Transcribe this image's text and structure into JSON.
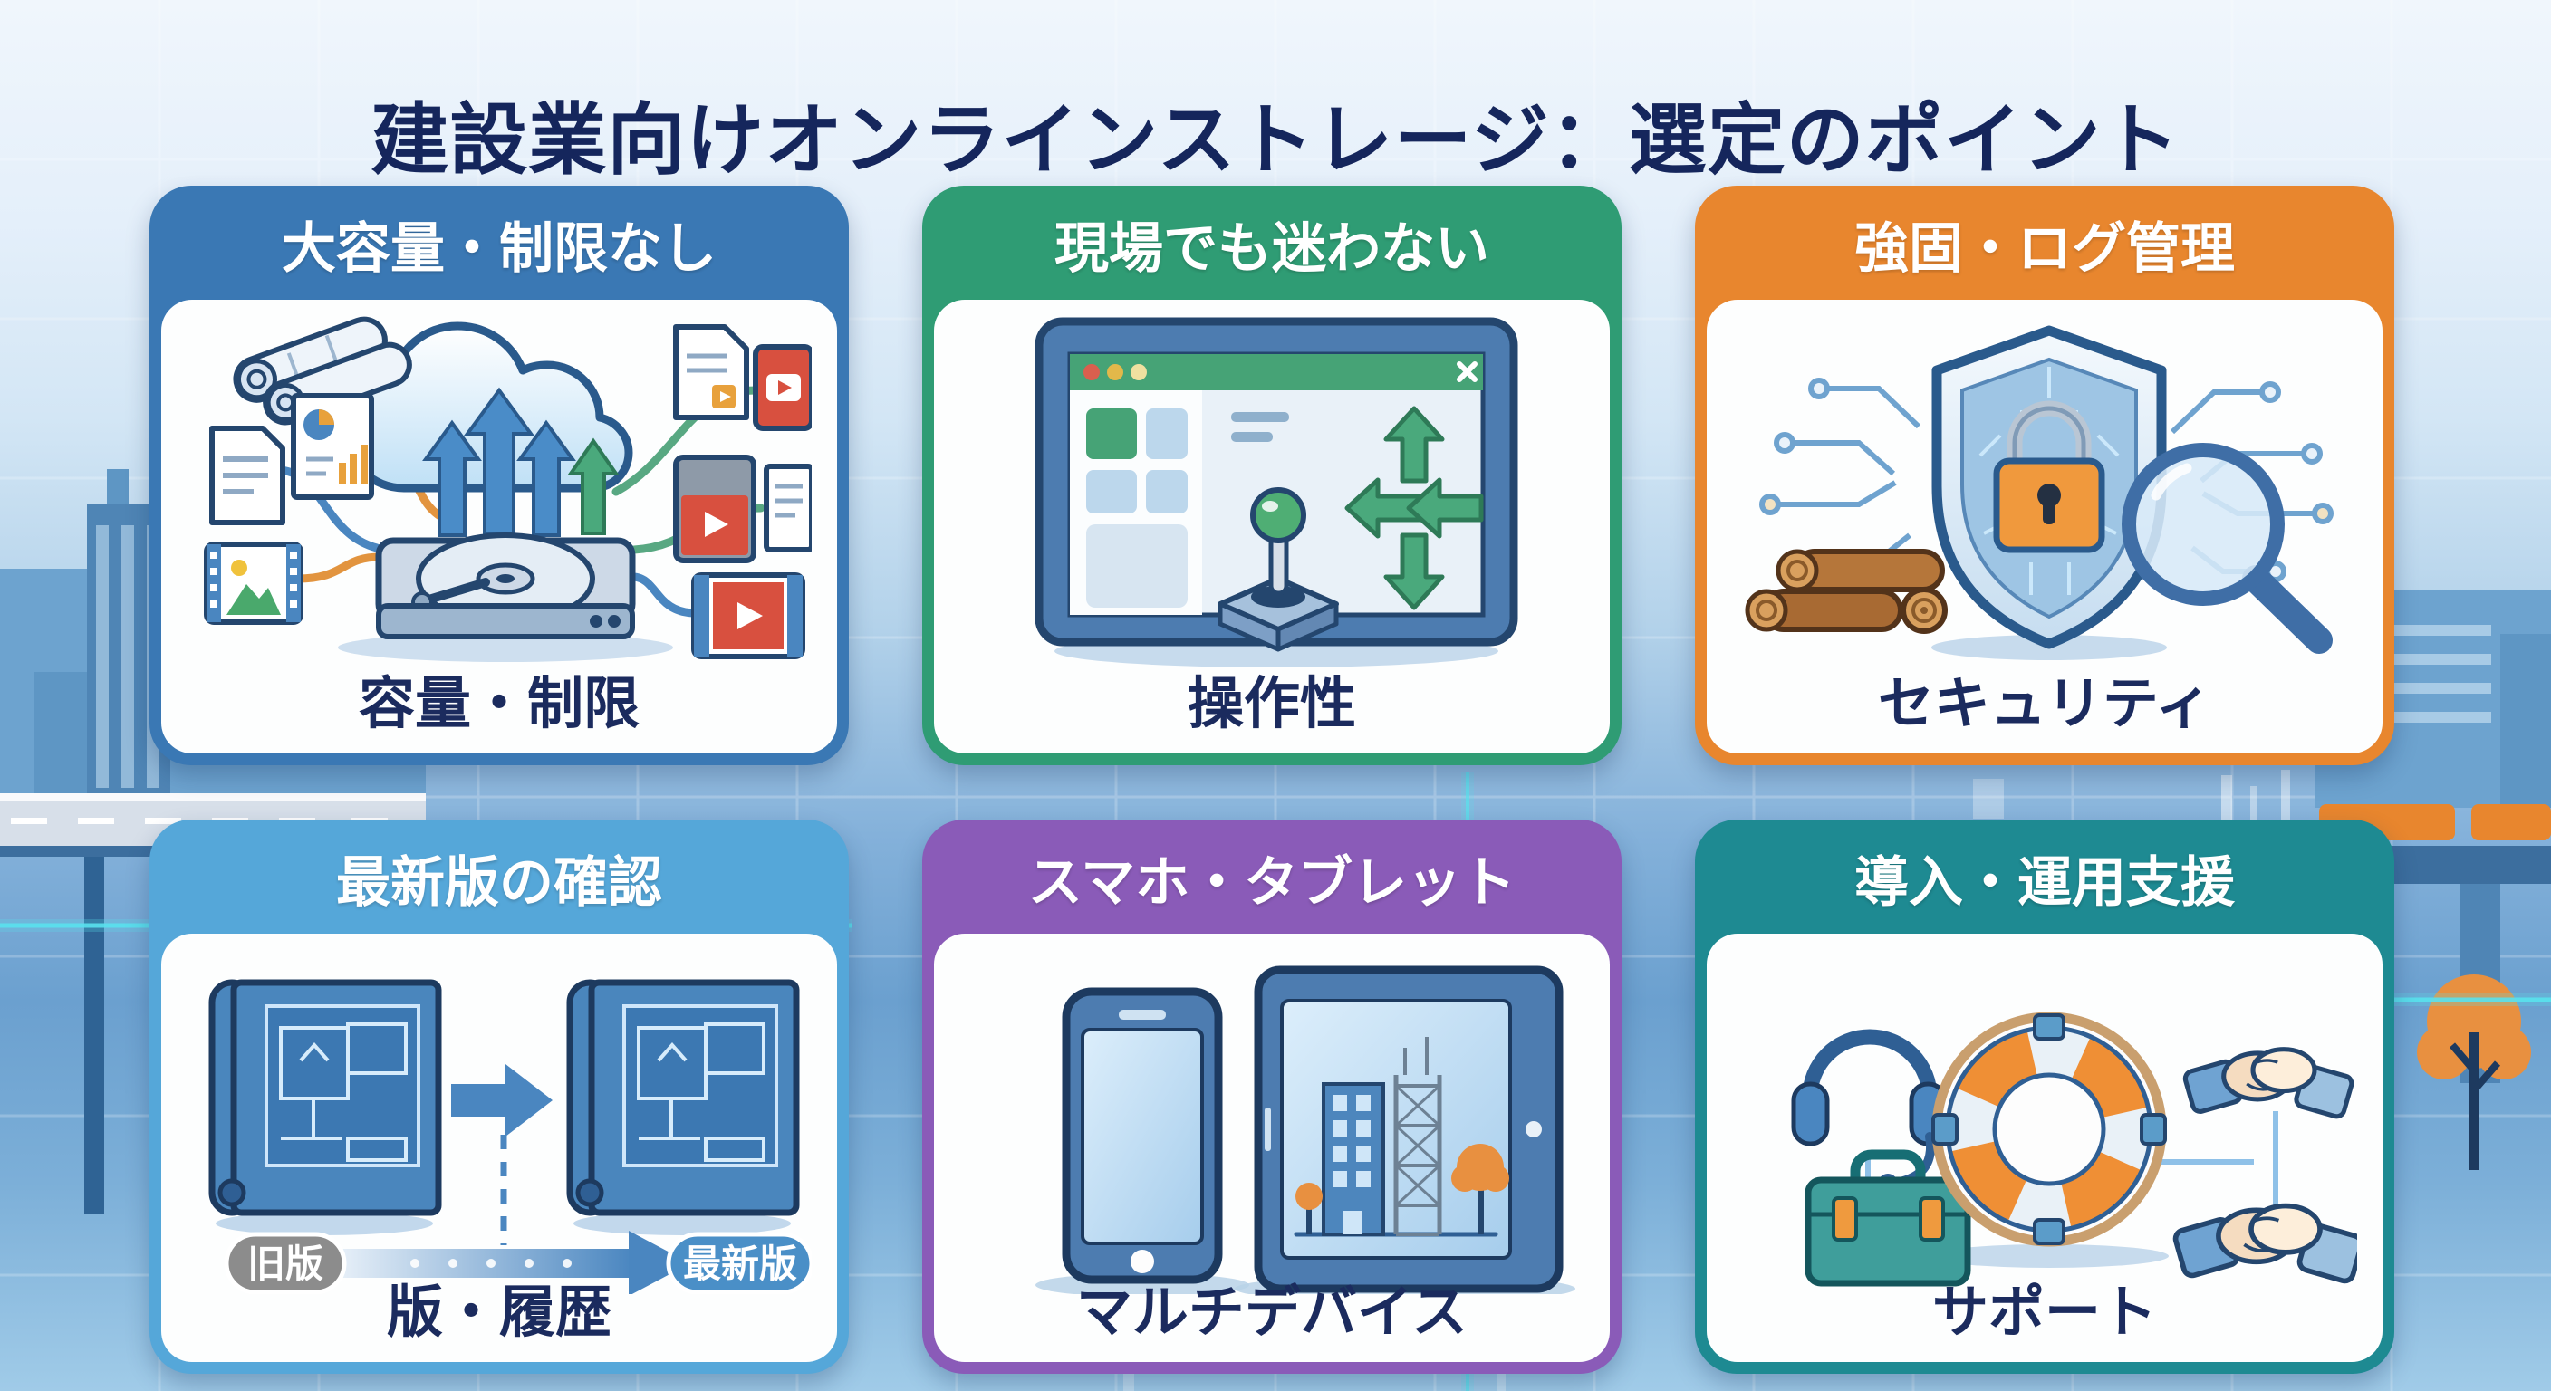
{
  "title": "建設業向けオンラインストレージ：選定のポイント",
  "cards": [
    {
      "header": "大容量・制限なし",
      "label": "容量・制限",
      "accent": "#3a78b4",
      "icon": "cloud-upload-storage-icon"
    },
    {
      "header": "現場でも迷わない",
      "label": "操作性",
      "accent": "#2f9c74",
      "icon": "app-window-joystick-icon"
    },
    {
      "header": "強固・ログ管理",
      "label": "セキュリティ",
      "accent": "#e8862e",
      "icon": "shield-lock-logs-magnifier-icon"
    },
    {
      "header": "最新版の確認",
      "label": "版・履歴",
      "accent": "#55a7d9",
      "icon": "blueprint-version-compare-icon",
      "badges": {
        "old": "旧版",
        "new": "最新版"
      }
    },
    {
      "header": "スマホ・タブレット",
      "label": "マルチデバイス",
      "accent": "#8a5bb8",
      "icon": "smartphone-tablet-icon"
    },
    {
      "header": "導入・運用支援",
      "label": "サポート",
      "accent": "#1e8a92",
      "icon": "support-lifering-handshake-icon"
    }
  ],
  "colors": {
    "title_text": "#15265c",
    "card_label_text": "#1b2b5e",
    "background_top": "#f0f6fc",
    "background_mid": "#6ba0cf",
    "cyan_glow_line": "#59e2ee",
    "old_badge": "#8c8c8c",
    "new_badge": "#4a8fc7"
  }
}
